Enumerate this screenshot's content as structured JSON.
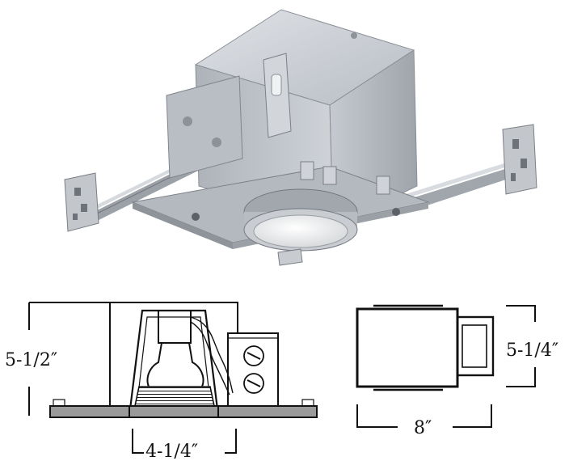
{
  "photo": {
    "subject": "recessed-housing-photo"
  },
  "side_view": {
    "height_label": "5-1/2″",
    "aperture_label": "4-1/4″"
  },
  "top_view": {
    "width_label": "8″",
    "depth_label": "5-1/4″"
  },
  "colors": {
    "line": "#111111",
    "metal_light": "#c9cdd2",
    "metal_mid": "#a9aeb5",
    "metal_dark": "#7d838b",
    "flange": "#9a9a9a",
    "bulb": "#f4f4f2"
  }
}
